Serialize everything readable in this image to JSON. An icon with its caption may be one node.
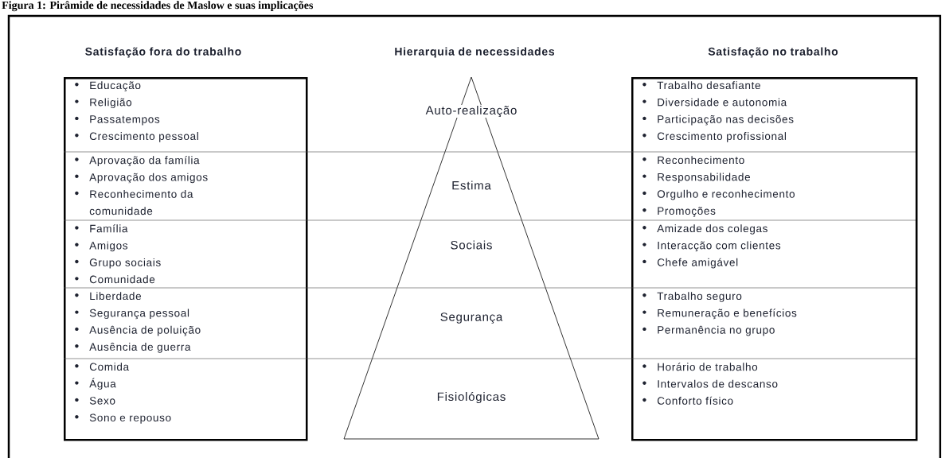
{
  "diagram": {
    "title": "Figura 1: Pirâmide de necessidades de Maslow e suas implicações",
    "labels": [
      "Satisfação fora do trabalho",
      "Hierarquia de necessidades",
      "Satisfação no trabalho"
    ],
    "nodes": [
      {
        "text": [],
        "shape": "box"
      },
      {
        "text": [
          "Educação",
          "Religião",
          "Passatempos",
          "Crescimento pessoal"
        ],
        "in": 0
      },
      {
        "text": [
          "Aprovação da família",
          "Aprovação dos amigos",
          "Reconhecimento da comunidade"
        ],
        "in": 0
      },
      {
        "text": [
          "Família",
          "Amigos",
          "Grupo sociais",
          "Comunidade"
        ],
        "in": 0
      },
      {
        "text": [
          "Liberdade",
          "Segurança pessoal",
          "Ausência de poluição",
          "Ausência de guerra"
        ],
        "in": 0
      },
      {
        "text": [
          "Comida",
          "Água",
          "Sexo",
          "Sono e repouso"
        ],
        "in": 0
      },
      {
        "text": [],
        "shape": "triangle"
      },
      {
        "text": [
          "Auto-realização"
        ],
        "in": 6
      },
      {
        "text": [
          "Estima"
        ],
        "in": 6
      },
      {
        "text": [
          "Sociais"
        ],
        "in": 6
      },
      {
        "text": [
          "Segurança"
        ],
        "in": 6
      },
      {
        "text": [
          "Fisiológicas"
        ],
        "in": 6
      },
      {
        "text": [],
        "shape": "box"
      },
      {
        "text": [
          "Trabalho desafiante",
          "Diversidade e autonomia",
          "Participação nas decisões",
          "Crescimento profissional"
        ],
        "in": 12
      },
      {
        "text": [
          "Reconhecimento",
          "Responsabilidade",
          "Orgulho e reconhecimento",
          "Promoções"
        ],
        "in": 12
      },
      {
        "text": [
          "Amizade dos colegas",
          "Interacção com clientes",
          "Chefe amigável"
        ],
        "in": 12
      },
      {
        "text": [
          "Trabalho seguro",
          "Remuneração e benefícios",
          "Permanência no grupo"
        ],
        "in": 12
      },
      {
        "text": [
          "Horário de trabalho",
          "Intervalos de descanso",
          "Conforto físico"
        ],
        "in": 12
      }
    ]
  }
}
